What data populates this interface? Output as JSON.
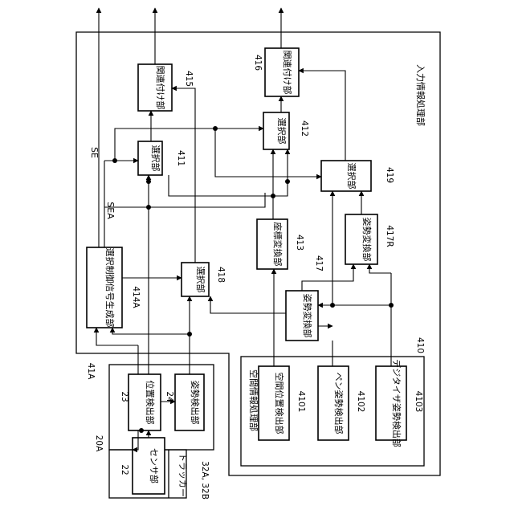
{
  "frames": {
    "main": "入力情報処理部",
    "main_id": "41A",
    "spatial": "空間情報処理部",
    "spatial_id": "410",
    "tracker_unit": "トラッカー",
    "tracker_unit_id": "32A, 32B",
    "sensor_group_id": "20A"
  },
  "blocks": {
    "sensor": {
      "label": "センサ部",
      "id": "22"
    },
    "position_detector": {
      "label": "位置検出部",
      "id": "23"
    },
    "posture_detector": {
      "label": "姿勢検出部",
      "id": "24"
    },
    "selection_signal_gen": {
      "label": "選択制御信号生成部",
      "id": "414A"
    },
    "selector_418": {
      "label": "選択部",
      "id": "418"
    },
    "selector_411": {
      "label": "選択部",
      "id": "411"
    },
    "associator_415": {
      "label": "関連付け部",
      "id": "415"
    },
    "posture_converter_417": {
      "label": "姿勢変換部",
      "id": "417"
    },
    "coord_converter": {
      "label": "座標変換部",
      "id": "413"
    },
    "selector_412": {
      "label": "選択部",
      "id": "412"
    },
    "associator_416": {
      "label": "関連付け部",
      "id": "416"
    },
    "posture_converter_417r": {
      "label": "姿勢変換部",
      "id": "417R"
    },
    "selector_419": {
      "label": "選択部",
      "id": "419"
    },
    "spatial_pos_detector": {
      "label": "空間位置検出部",
      "id": "4101"
    },
    "pen_posture_detector": {
      "label": "ペン姿勢検出部",
      "id": "4102"
    },
    "digitizer_posture_detector": {
      "label": "デジタイザ姿勢検出部",
      "id": "4103"
    }
  },
  "signals": {
    "se": "SE",
    "sea": "SEA"
  }
}
